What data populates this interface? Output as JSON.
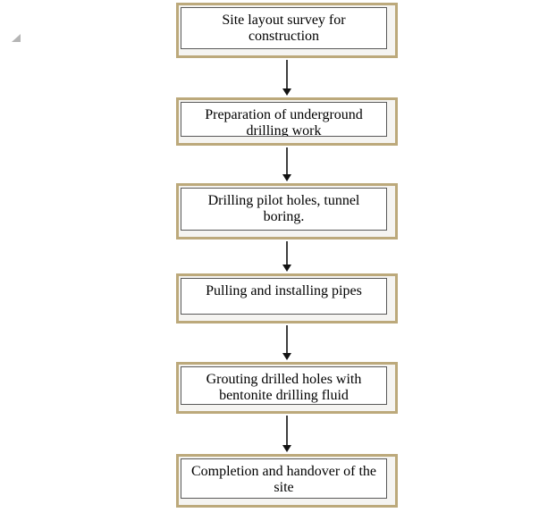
{
  "page": {
    "background_color": "#ffffff"
  },
  "decorations": {
    "corner_triangle": {
      "icon": "lower-right-triangle-icon",
      "color": "#b5b5b5"
    }
  },
  "flowchart": {
    "style": {
      "outer_border_color": "#bca97b",
      "inner_border_color": "#595959",
      "box_fill": "#ffffff",
      "gap_fill": "#f5f4f1",
      "arrow_color": "#3f3f3f",
      "arrow_head_color": "#121212",
      "text_color": "#000000"
    },
    "steps": [
      {
        "label": "Site layout survey for construction"
      },
      {
        "label": "Preparation of underground drilling work"
      },
      {
        "label": "Drilling pilot holes, tunnel boring."
      },
      {
        "label": "Pulling and installing pipes"
      },
      {
        "label": "Grouting drilled holes with bentonite drilling fluid"
      },
      {
        "label": "Completion and handover of the site"
      }
    ]
  }
}
